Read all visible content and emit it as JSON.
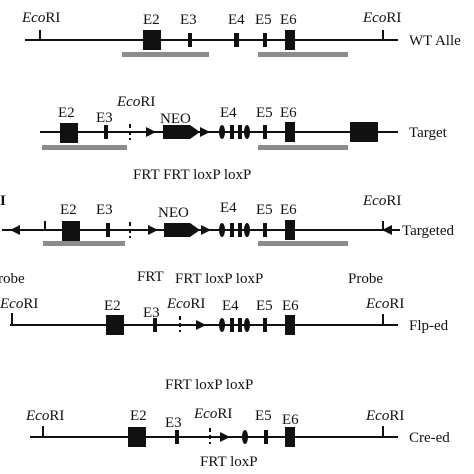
{
  "labels": {
    "eco": "Eco",
    "ri": "RI",
    "e2": "E2",
    "e3": "E3",
    "e4": "E4",
    "e5": "E5",
    "e6": "E6",
    "neo": "NEO",
    "probe": "Probe",
    "probe_cut": "robe",
    "i_cut": "I"
  },
  "rows": {
    "wt": {
      "name": "WT Alle"
    },
    "target": {
      "name": "Target"
    },
    "targeted": {
      "name": "Targeted",
      "site_labels": "FRT FRT loxP loxP"
    },
    "flped": {
      "name": "Flp-ed",
      "site_labels_prefix": "FRT",
      "site_labels_suffix": "FRT loxP loxP"
    },
    "creed": {
      "name": "Cre-ed",
      "site_labels_top": "FRT loxP loxP",
      "site_labels_bottom": "FRT loxP"
    }
  },
  "colors": {
    "line": "#111111",
    "exon": "#111111",
    "probe": "#8c8c8c"
  }
}
